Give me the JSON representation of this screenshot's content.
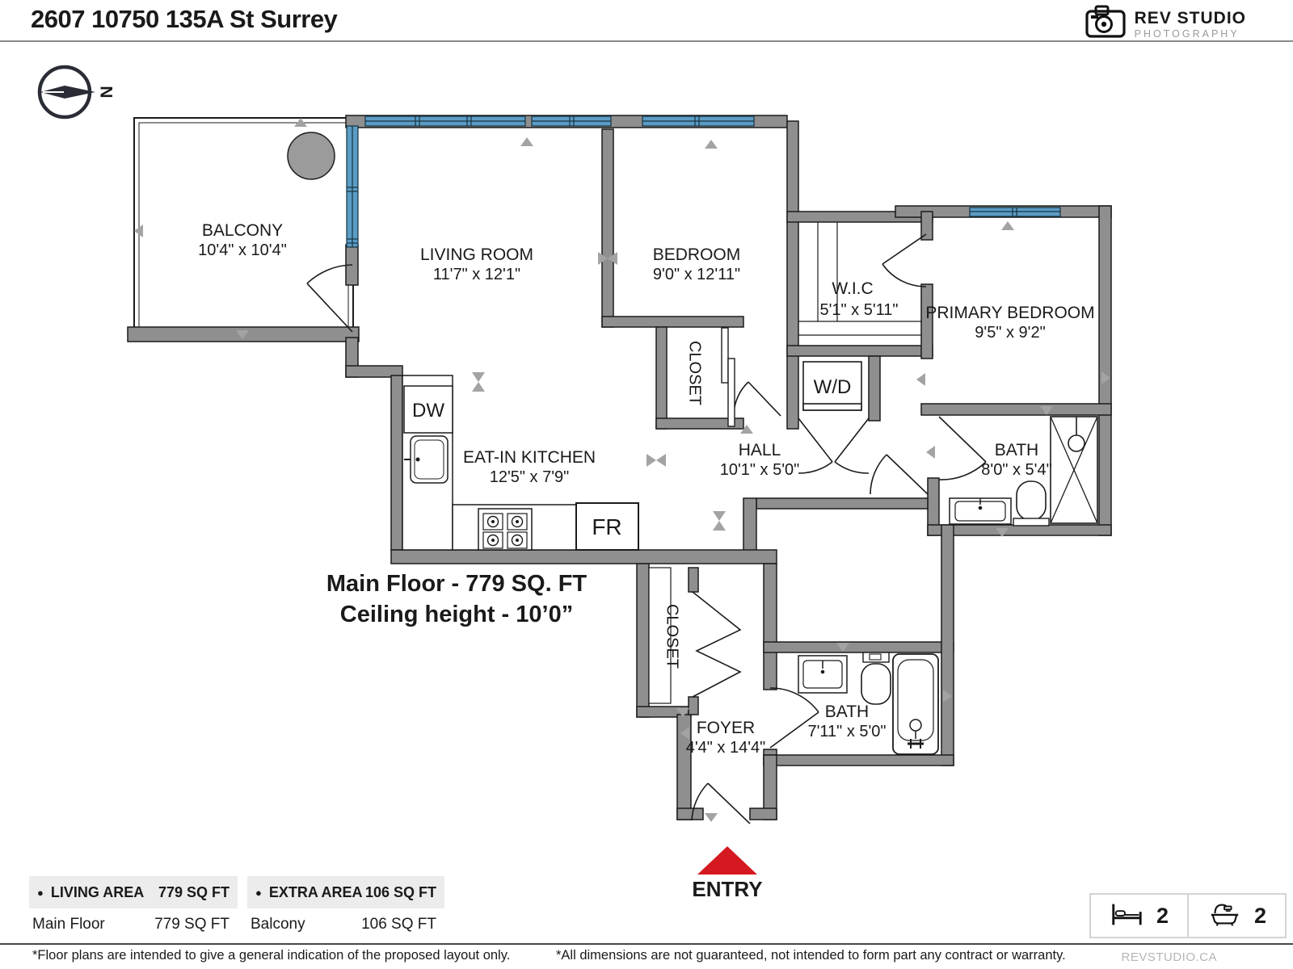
{
  "header": {
    "title": "2607 10750 135A St Surrey",
    "logo_name": "REV STUDIO",
    "logo_sub": "PHOTOGRAPHY"
  },
  "compass": {
    "north": "N"
  },
  "plan": {
    "balcony_name": "BALCONY",
    "balcony_dims": "10'4\" x 10'4\"",
    "living_name": "LIVING ROOM",
    "living_dims": "11'7\" x 12'1\"",
    "bedroom_name": "BEDROOM",
    "bedroom_dims": "9'0\" x 12'11\"",
    "wic_name": "W.I.C",
    "wic_dims": "5'1\" x 5'11\"",
    "primary_name": "PRIMARY BEDROOM",
    "primary_dims": "9'5\" x 9'2\"",
    "kitchen_name": "EAT-IN KITCHEN",
    "kitchen_dims": "12'5\" x 7'9\"",
    "hall_name": "HALL",
    "hall_dims": "10'1\" x 5'0\"",
    "bath1_name": "BATH",
    "bath1_dims": "8'0\" x 5'4\"",
    "foyer_name": "FOYER",
    "foyer_dims": "4'4\" x 14'4\"",
    "bath2_name": "BATH",
    "bath2_dims": "7'11\" x 5'0\"",
    "closet_bedroom": "CLOSET",
    "closet_foyer": "CLOSET",
    "wd": "W/D",
    "dw": "DW",
    "fr": "FR",
    "entry": "ENTRY",
    "floor_title": "Main Floor - 779 SQ. FT",
    "ceiling": "Ceiling height - 10’0”"
  },
  "areas": {
    "living": {
      "label": "LIVING AREA",
      "total": "779 SQ FT",
      "rows": [
        {
          "name": "Main Floor",
          "value": "779 SQ FT"
        }
      ]
    },
    "extra": {
      "label": "EXTRA AREA",
      "total": "106 SQ FT",
      "rows": [
        {
          "name": "Balcony",
          "value": "106 SQ FT"
        }
      ]
    }
  },
  "stats": {
    "beds": "2",
    "baths": "2"
  },
  "footer": {
    "note1": "*Floor plans are intended to give a general indication of the proposed layout only.",
    "note2": "*All dimensions are not guaranteed, not intended to form part any contract or warranty.",
    "site": "REVSTUDIO.CA"
  },
  "colors": {
    "wall": "#8f8f8f",
    "window": "#5b9cc5",
    "entry_arrow": "#d41920"
  }
}
